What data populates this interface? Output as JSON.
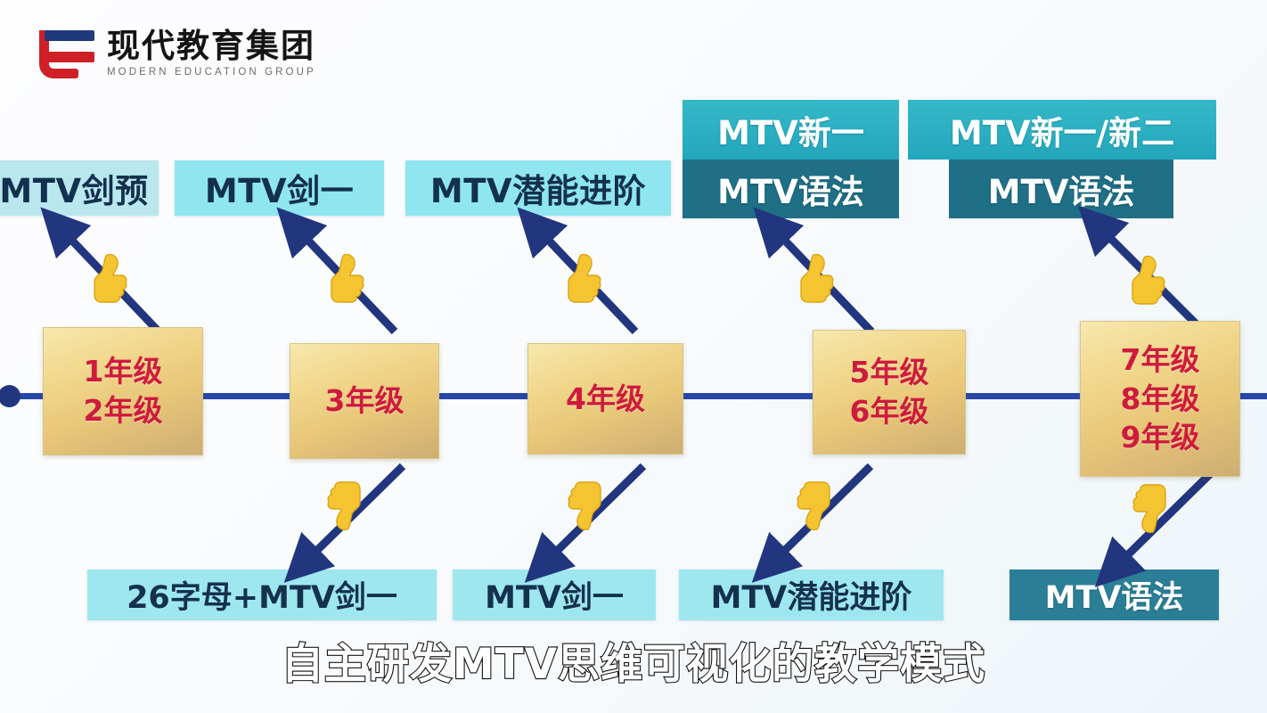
{
  "brand": {
    "name_cn": "现代教育集团",
    "name_en": "MODERN EDUCATION GROUP",
    "colors": {
      "blue": "#1f3a7a",
      "red": "#cf2027"
    }
  },
  "diagram": {
    "type": "curriculum-timeline",
    "spine_color": "#2747a8",
    "arrow_color": "#22357f",
    "thumb_color": "#f3c12a",
    "grades": [
      {
        "id": "g1",
        "lines": [
          "1年级",
          "2年级"
        ]
      },
      {
        "id": "g2",
        "lines": [
          "3年级"
        ]
      },
      {
        "id": "g3",
        "lines": [
          "4年级"
        ]
      },
      {
        "id": "g4",
        "lines": [
          "5年级",
          "6年级"
        ]
      },
      {
        "id": "g5",
        "lines": [
          "7年级",
          "8年级",
          "9年级"
        ]
      }
    ],
    "upper_courses": [
      {
        "id": "u1",
        "label": "MTV剑预",
        "style": "pale"
      },
      {
        "id": "u2",
        "label": "MTV剑一",
        "style": "light"
      },
      {
        "id": "u3",
        "label": "MTV潜能进阶",
        "style": "light"
      },
      {
        "id": "u4",
        "label_top": "MTV新一",
        "label_bottom": "MTV语法",
        "style": "split"
      },
      {
        "id": "u5",
        "label_top": "MTV新一/新二",
        "label_bottom": "MTV语法",
        "style": "split"
      }
    ],
    "lower_courses": [
      {
        "id": "l1",
        "label": "26字母+MTV剑一",
        "style": "light"
      },
      {
        "id": "l2",
        "label": "MTV剑一",
        "style": "light"
      },
      {
        "id": "l3",
        "label": "MTV潜能进阶",
        "style": "light"
      },
      {
        "id": "l4",
        "label": "MTV语法",
        "style": "dark"
      }
    ]
  },
  "caption": {
    "text": "自主研发MTV思维可视化的教学模式"
  }
}
